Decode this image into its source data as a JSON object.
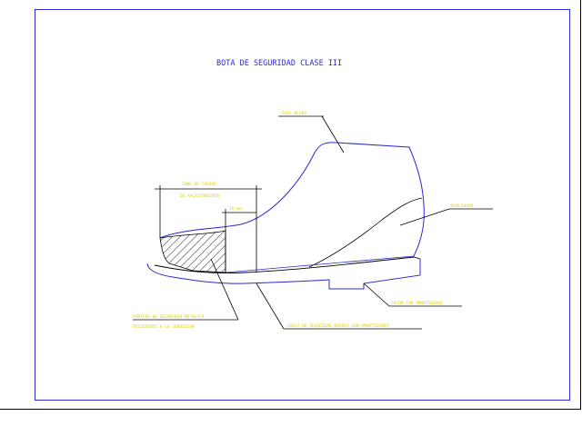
{
  "drawing": {
    "title": "BOTA DE SEGURIDAD CLASE III",
    "labels": {
      "upper": "PIEL NEGRA",
      "zone_line1": "ZONA DE CHOQUE",
      "zone_line2": "DE APLASTAMIENTO",
      "dimension": "10 mm.",
      "lining": "ACOLCHADO",
      "heel": "TACON CON AMORTIGUADO",
      "toe_line1": "PUNTERA DE SEGURIDAD METALICA",
      "toe_line2": "RESISTENTE A LA CORROSION",
      "sole": "SUELA DE SEGURIDAD RUGOSA CON AMORTIGUADO"
    },
    "colors": {
      "outline": "#2a2ad0",
      "label_text": "#e0d000",
      "title_text": "#2a2ad0",
      "leader": "#000000",
      "frame": "#000000"
    }
  }
}
